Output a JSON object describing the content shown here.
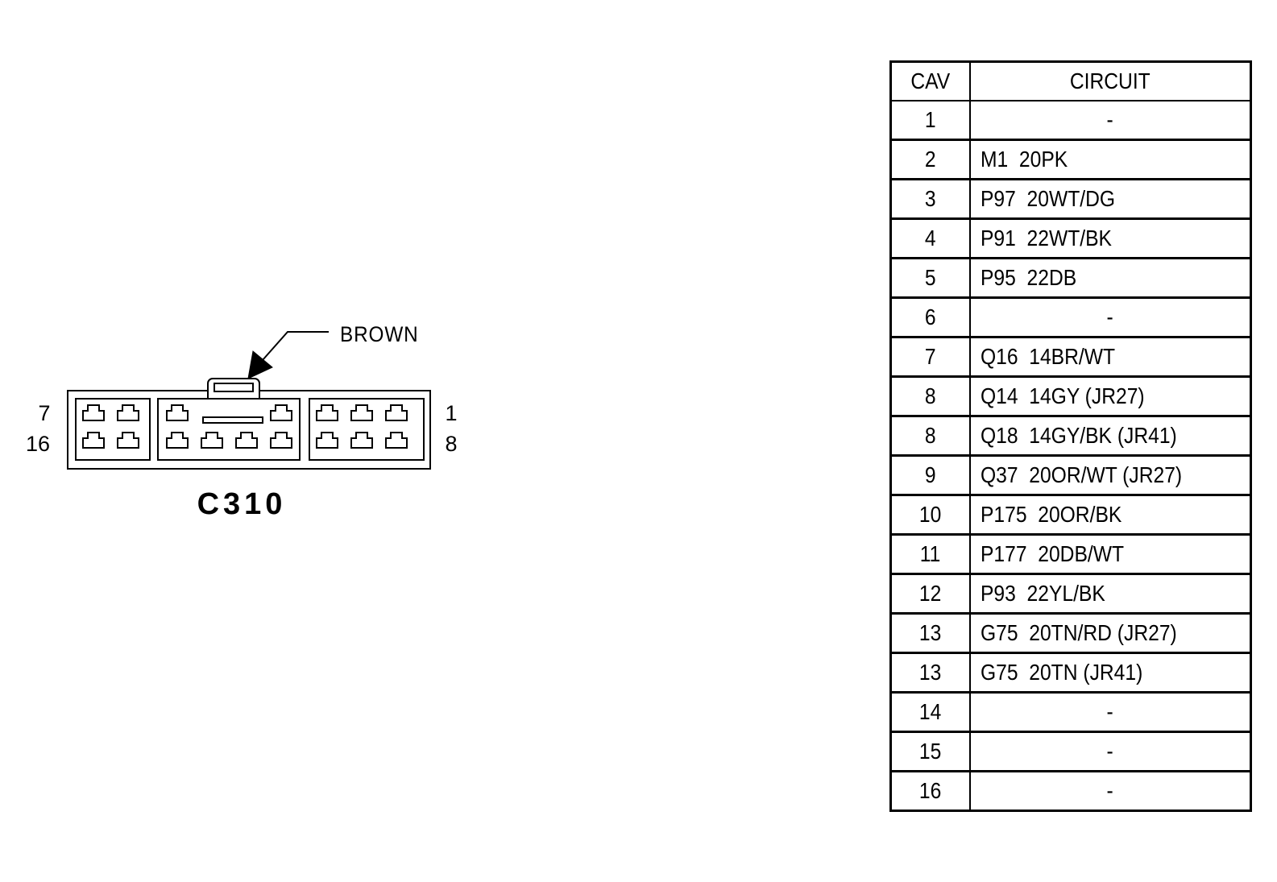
{
  "connector": {
    "name": "C310",
    "color_label": "BROWN",
    "pin_labels": {
      "top_left": "7",
      "bottom_left": "16",
      "top_right": "1",
      "bottom_right": "8"
    }
  },
  "table": {
    "headers": {
      "cav": "CAV",
      "circuit": "CIRCUIT"
    },
    "rows": [
      {
        "cav": "1",
        "circuit": "-"
      },
      {
        "cav": "2",
        "circuit": "M1  20PK"
      },
      {
        "cav": "3",
        "circuit": "P97  20WT/DG"
      },
      {
        "cav": "4",
        "circuit": "P91  22WT/BK"
      },
      {
        "cav": "5",
        "circuit": "P95  22DB"
      },
      {
        "cav": "6",
        "circuit": "-"
      },
      {
        "cav": "7",
        "circuit": "Q16  14BR/WT"
      },
      {
        "cav": "8",
        "circuit": "Q14  14GY (JR27)"
      },
      {
        "cav": "8",
        "circuit": "Q18  14GY/BK (JR41)"
      },
      {
        "cav": "9",
        "circuit": "Q37  20OR/WT (JR27)"
      },
      {
        "cav": "10",
        "circuit": "P175  20OR/BK"
      },
      {
        "cav": "11",
        "circuit": "P177  20DB/WT"
      },
      {
        "cav": "12",
        "circuit": "P93  22YL/BK"
      },
      {
        "cav": "13",
        "circuit": "G75  20TN/RD (JR27)"
      },
      {
        "cav": "13",
        "circuit": "G75  20TN (JR41)"
      },
      {
        "cav": "14",
        "circuit": "-"
      },
      {
        "cav": "15",
        "circuit": "-"
      },
      {
        "cav": "16",
        "circuit": "-"
      }
    ]
  }
}
